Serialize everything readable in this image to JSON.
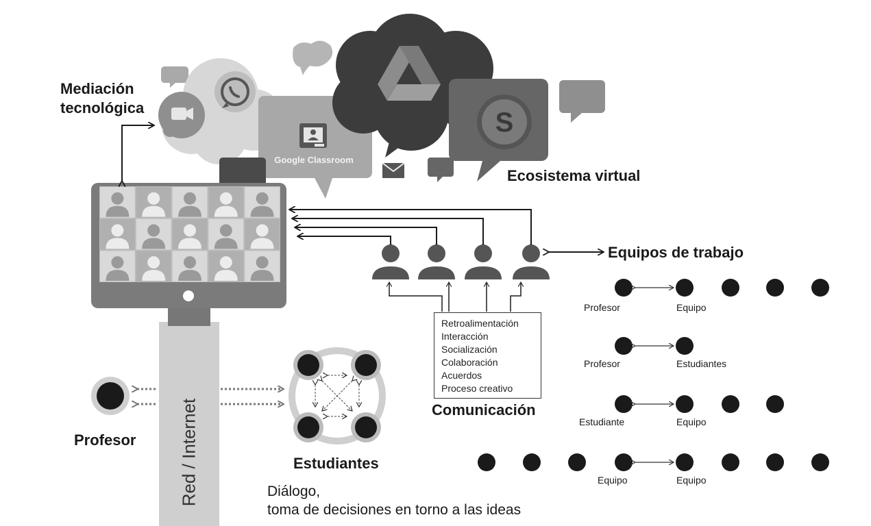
{
  "labels": {
    "mediacion_line1": "Mediación",
    "mediacion_line2": "tecnológica",
    "ecosistema": "Ecosistema virtual",
    "equipos": "Equipos de trabajo",
    "google_classroom": "Google Classroom",
    "red_internet": "Red / Internet",
    "profesor_main": "Profesor",
    "estudiantes_main": "Estudiantes",
    "dialogo_line1": "Diálogo,",
    "dialogo_line2": "toma de decisiones en torno a las ideas",
    "comunicacion": "Comunicación"
  },
  "communication_items": [
    "Retroalimentación",
    "Interacción",
    "Socialización",
    "Colaboración",
    "Acuerdos",
    "Proceso creativo"
  ],
  "relations": [
    {
      "left": "Profesor",
      "right": "Equipo"
    },
    {
      "left": "Profesor",
      "right": "Estudiantes"
    },
    {
      "left": "Estudiante",
      "right": "Equipo"
    },
    {
      "left": "Equipo",
      "right": "Equipo"
    }
  ],
  "icons": [
    "video-camera-icon",
    "whatsapp-icon",
    "google-classroom-icon",
    "google-drive-icon",
    "skype-icon",
    "mail-icon",
    "chat-bubble-icon",
    "user-icon"
  ],
  "colors": {
    "dark": "#1a1a1a",
    "mid_gray": "#7a7a7a",
    "light_gray": "#cfcfcf",
    "cloud_dark": "#3c3c3c"
  }
}
